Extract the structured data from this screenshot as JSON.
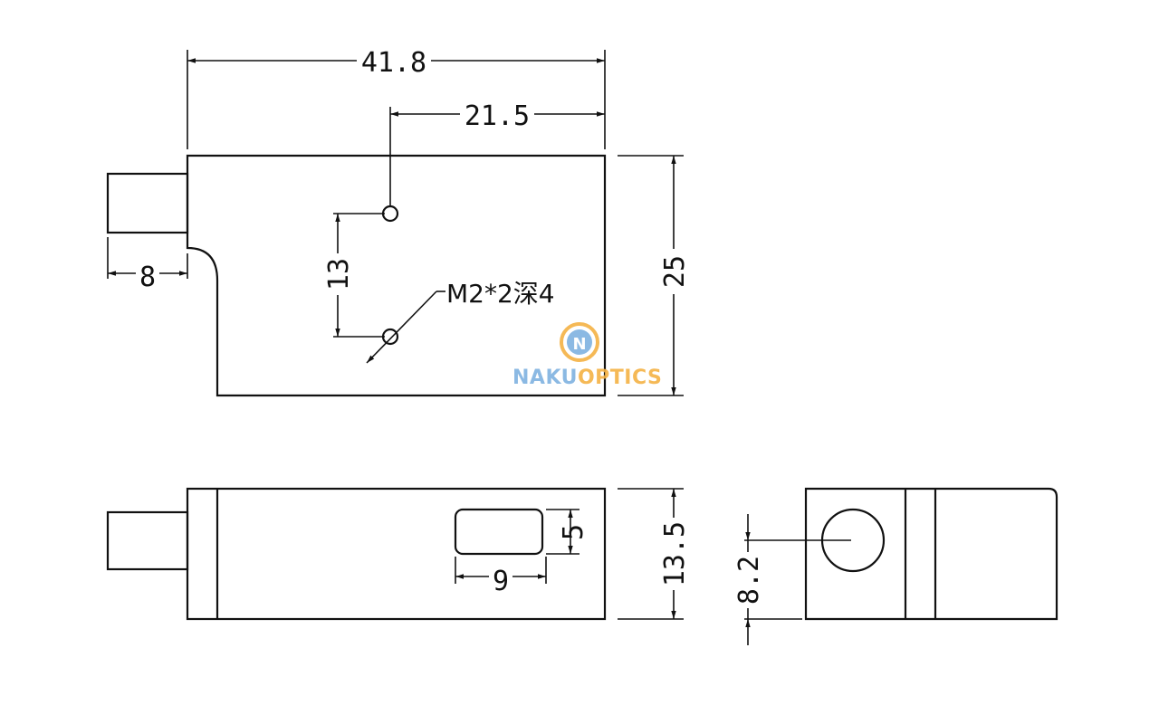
{
  "dimensions": {
    "overall_length": "41.8",
    "hole_offset": "21.5",
    "height": "25",
    "hole_spacing": "13",
    "cable_length": "8",
    "thickness": "13.5",
    "slot_height": "5",
    "slot_width": "9",
    "hole_position": "8.2"
  },
  "note": {
    "thread_callout": "M2*2深4"
  },
  "watermark": {
    "logo_letter": "N",
    "brand_part1": "NAKU",
    "brand_part2": "OPTICS",
    "color_blue": "#7fb2e0",
    "color_orange": "#f5b244"
  }
}
